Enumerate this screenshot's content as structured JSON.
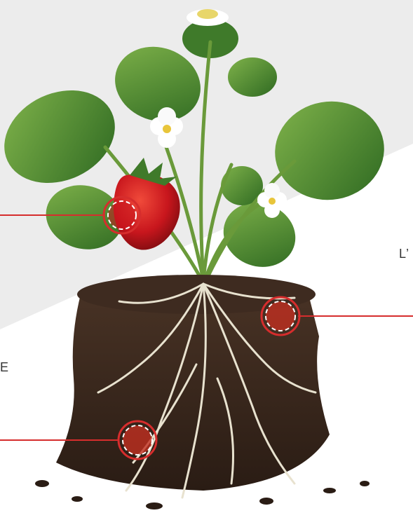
{
  "edge_text": {
    "right": "L’",
    "left": "E"
  },
  "colors": {
    "panel_gray": "#ececec",
    "callout_red": "#d62d2d",
    "soil": "#3b2a20",
    "leaf": "#4d8a2f",
    "strawberry": "#c8161d",
    "root": "#e8e2cf"
  },
  "callouts": [
    {
      "name": "strawberry-callout",
      "side": "left"
    },
    {
      "name": "soil-callout",
      "side": "right"
    },
    {
      "name": "roots-callout",
      "side": "left"
    }
  ]
}
